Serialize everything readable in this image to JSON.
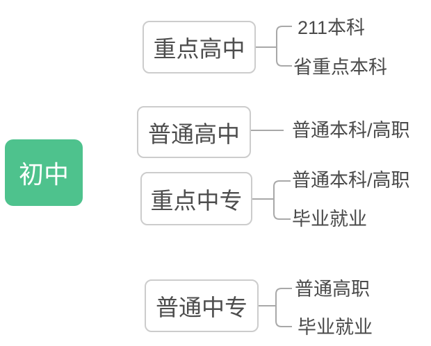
{
  "diagram": {
    "type": "mindmap-tree",
    "colors": {
      "root_background": "#4ec28d",
      "root_text": "#ffffff",
      "branch_border": "#cccccc",
      "branch_text": "#4d4d4d",
      "leaf_text": "#4a4a4a",
      "connector_line": "#a8a8a8",
      "page_background": "#ffffff"
    },
    "tree": {
      "root": {
        "label": "初中"
      },
      "branches": [
        {
          "label": "重点高中",
          "children": [
            {
              "label": "211本科"
            },
            {
              "label": "省重点本科"
            }
          ]
        },
        {
          "label": "普通高中",
          "children": [
            {
              "label": "普通本科/高职"
            }
          ]
        },
        {
          "label": "重点中专",
          "children": [
            {
              "label": "普通本科/高职"
            },
            {
              "label": "毕业就业"
            }
          ]
        },
        {
          "label": "普通中专",
          "children": [
            {
              "label": "普通高职"
            },
            {
              "label": "毕业就业"
            }
          ]
        }
      ]
    }
  }
}
